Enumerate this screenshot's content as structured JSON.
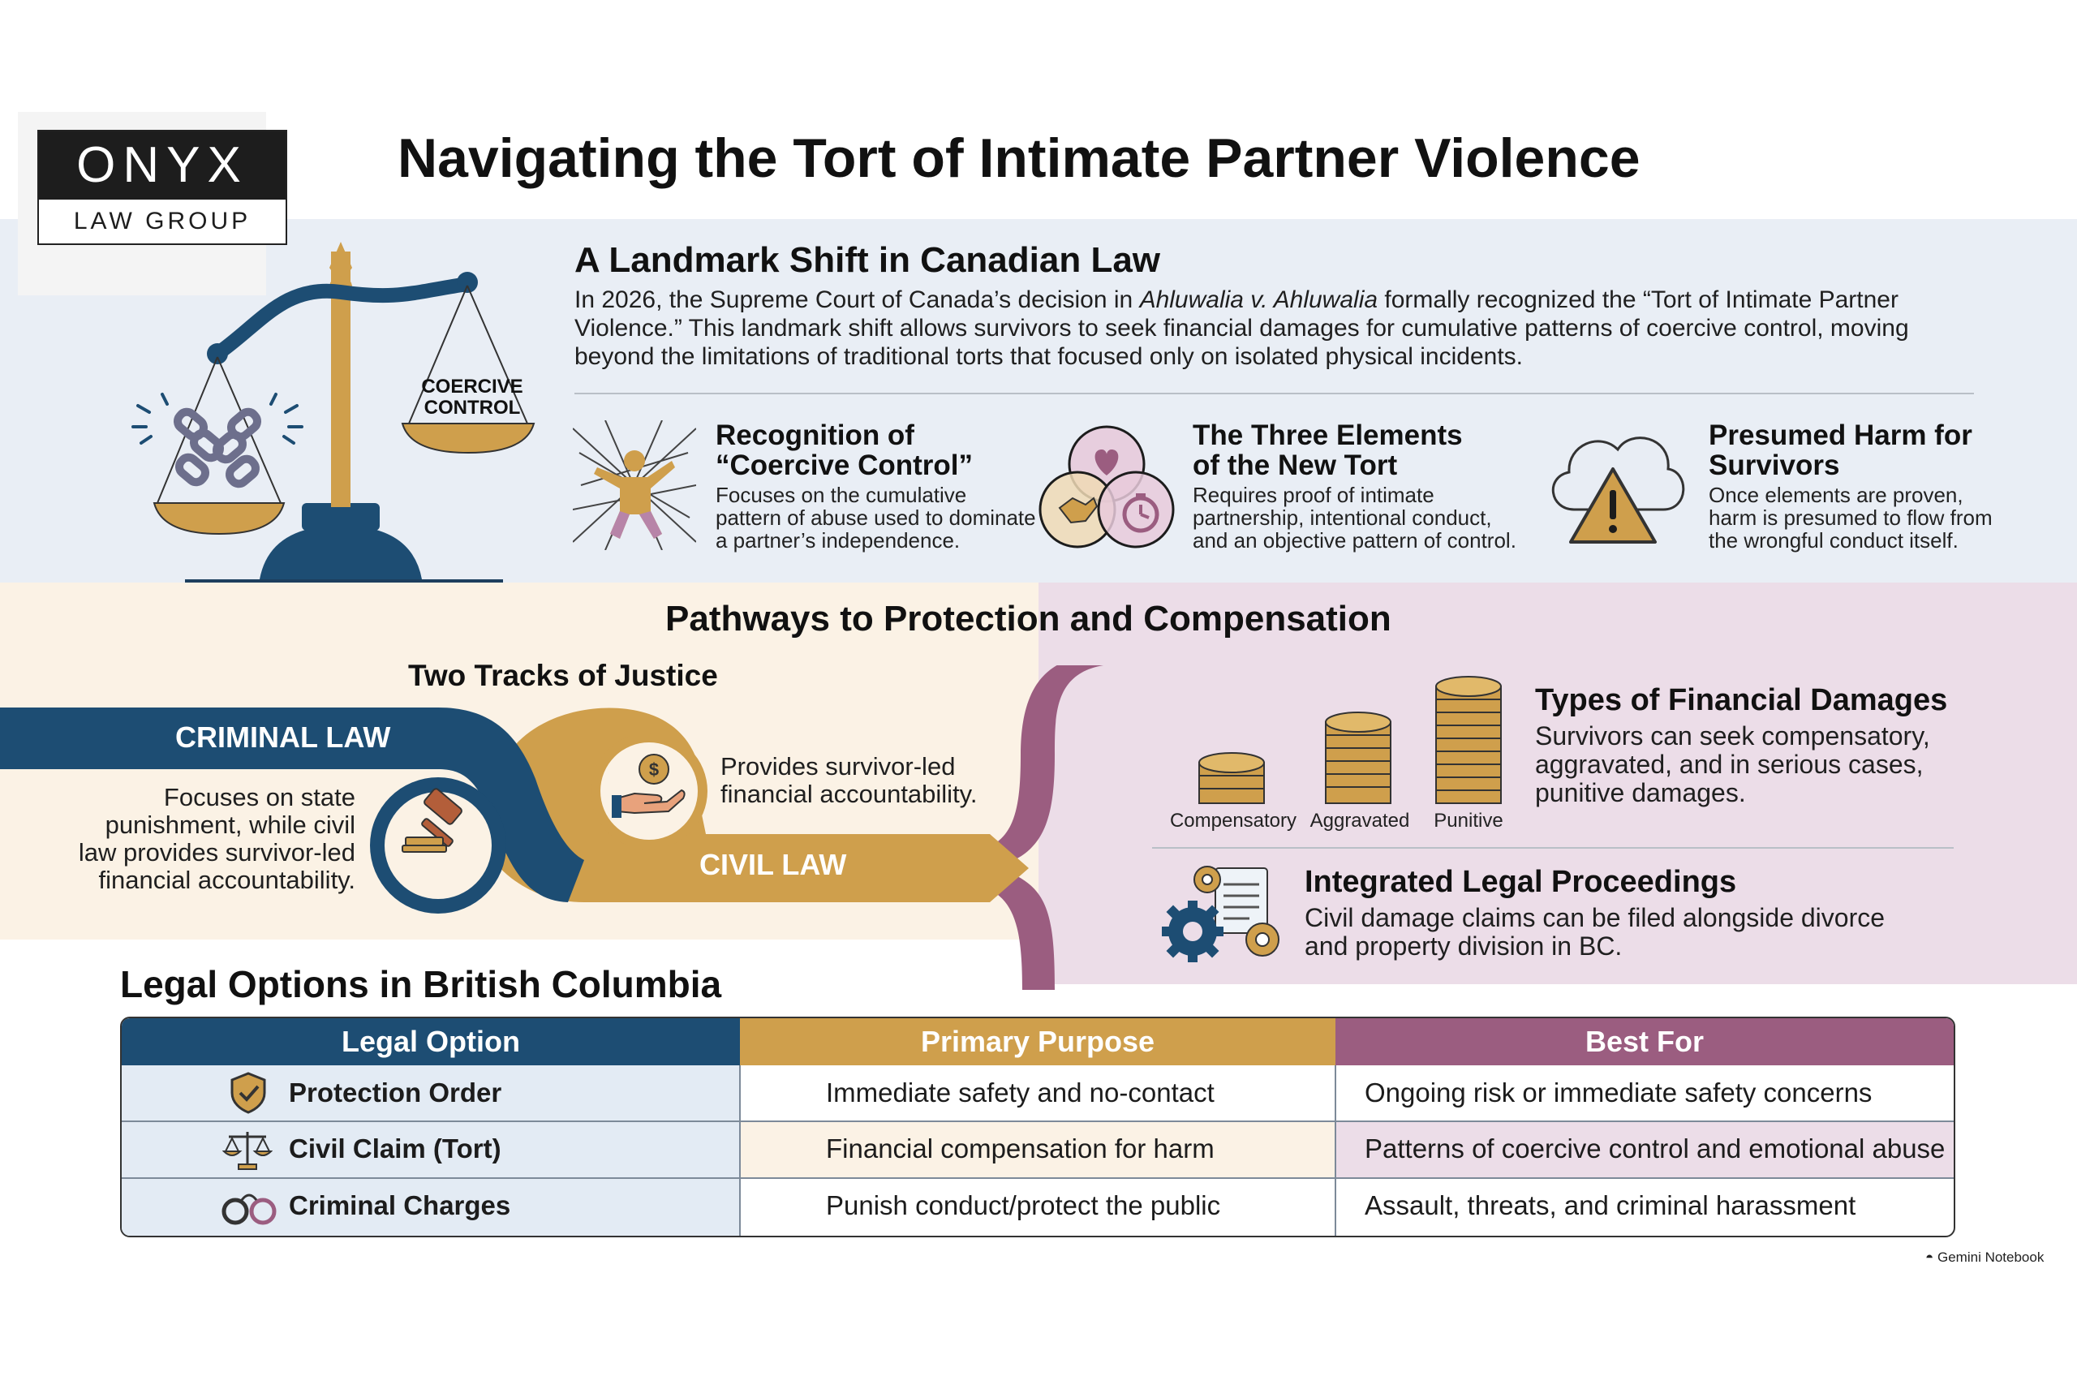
{
  "logo": {
    "top": "ONYX",
    "bottom": "LAW GROUP"
  },
  "title": "Navigating the Tort of Intimate Partner Violence",
  "landmark": {
    "heading": "A Landmark Shift in Canadian Law",
    "text_1": "In 2026, the Supreme Court of Canada’s decision in ",
    "case_name": "Ahluwalia v. Ahluwalia",
    "text_2": " formally recognized the “Tort of Intimate Partner Violence.” This landmark shift allows survivors to seek financial damages for cumulative patterns of coercive control, moving beyond the limitations of traditional torts that focused only on isolated physical incidents."
  },
  "scale_label": {
    "line1": "COERCIVE",
    "line2": "CONTROL"
  },
  "features": [
    {
      "title_line1": "Recognition of",
      "title_line2": "“Coercive Control”",
      "desc_line1": "Focuses on the cumulative",
      "desc_line2": "pattern of abuse used to dominate",
      "desc_line3": "a partner’s independence."
    },
    {
      "title_line1": "The Three Elements",
      "title_line2": "of the New Tort",
      "desc_line1": "Requires proof of intimate",
      "desc_line2": "partnership, intentional conduct,",
      "desc_line3": "and an objective pattern of control."
    },
    {
      "title_line1": "Presumed Harm for",
      "title_line2": "Survivors",
      "desc_line1": "Once elements are proven,",
      "desc_line2": "harm is presumed to flow from",
      "desc_line3": "the wrongful conduct itself."
    }
  ],
  "pathways": {
    "heading": "Pathways to Protection and Compensation",
    "subheading": "Two Tracks of Justice",
    "criminal_label": "CRIMINAL LAW",
    "civil_label": "CIVIL LAW",
    "criminal_desc": {
      "l1": "Focuses on state",
      "l2": "punishment, while civil",
      "l3": "law provides survivor-led",
      "l4": "financial accountability."
    },
    "civil_desc": {
      "l1": "Provides survivor-led",
      "l2": "financial accountability."
    }
  },
  "damages": {
    "heading": "Types of Financial Damages",
    "desc": {
      "l1": "Survivors can seek compensatory,",
      "l2": "aggravated, and in serious cases,",
      "l3": "punitive damages."
    },
    "coins": [
      "Compensatory",
      "Aggravated",
      "Punitive"
    ]
  },
  "integrated": {
    "heading": "Integrated Legal Proceedings",
    "desc": {
      "l1": "Civil damage claims can be filed alongside divorce",
      "l2": "and property division in BC."
    }
  },
  "options": {
    "heading": "Legal Options in British Columbia",
    "columns": [
      "Legal Option",
      "Primary Purpose",
      "Best For"
    ],
    "rows": [
      {
        "option": "Protection Order",
        "purpose": "Immediate safety and no-contact",
        "best_for": "Ongoing risk or immediate safety concerns",
        "icon": "shield-check-icon"
      },
      {
        "option": "Civil Claim (Tort)",
        "purpose": "Financial compensation for harm",
        "best_for": "Patterns of coercive control and emotional abuse",
        "icon": "scales-icon"
      },
      {
        "option": "Criminal Charges",
        "purpose": "Punish conduct/protect the public",
        "best_for": "Assault, threats, and criminal harassment",
        "icon": "handcuffs-icon"
      }
    ]
  },
  "watermark": "Gemini Notebook",
  "colors": {
    "navy": "#1d4d73",
    "gold": "#cf9f4c",
    "mauve": "#9b5d80",
    "cream": "#fbf2e5",
    "lilac": "#ecdde8",
    "pale_blue": "#e9eef5"
  }
}
